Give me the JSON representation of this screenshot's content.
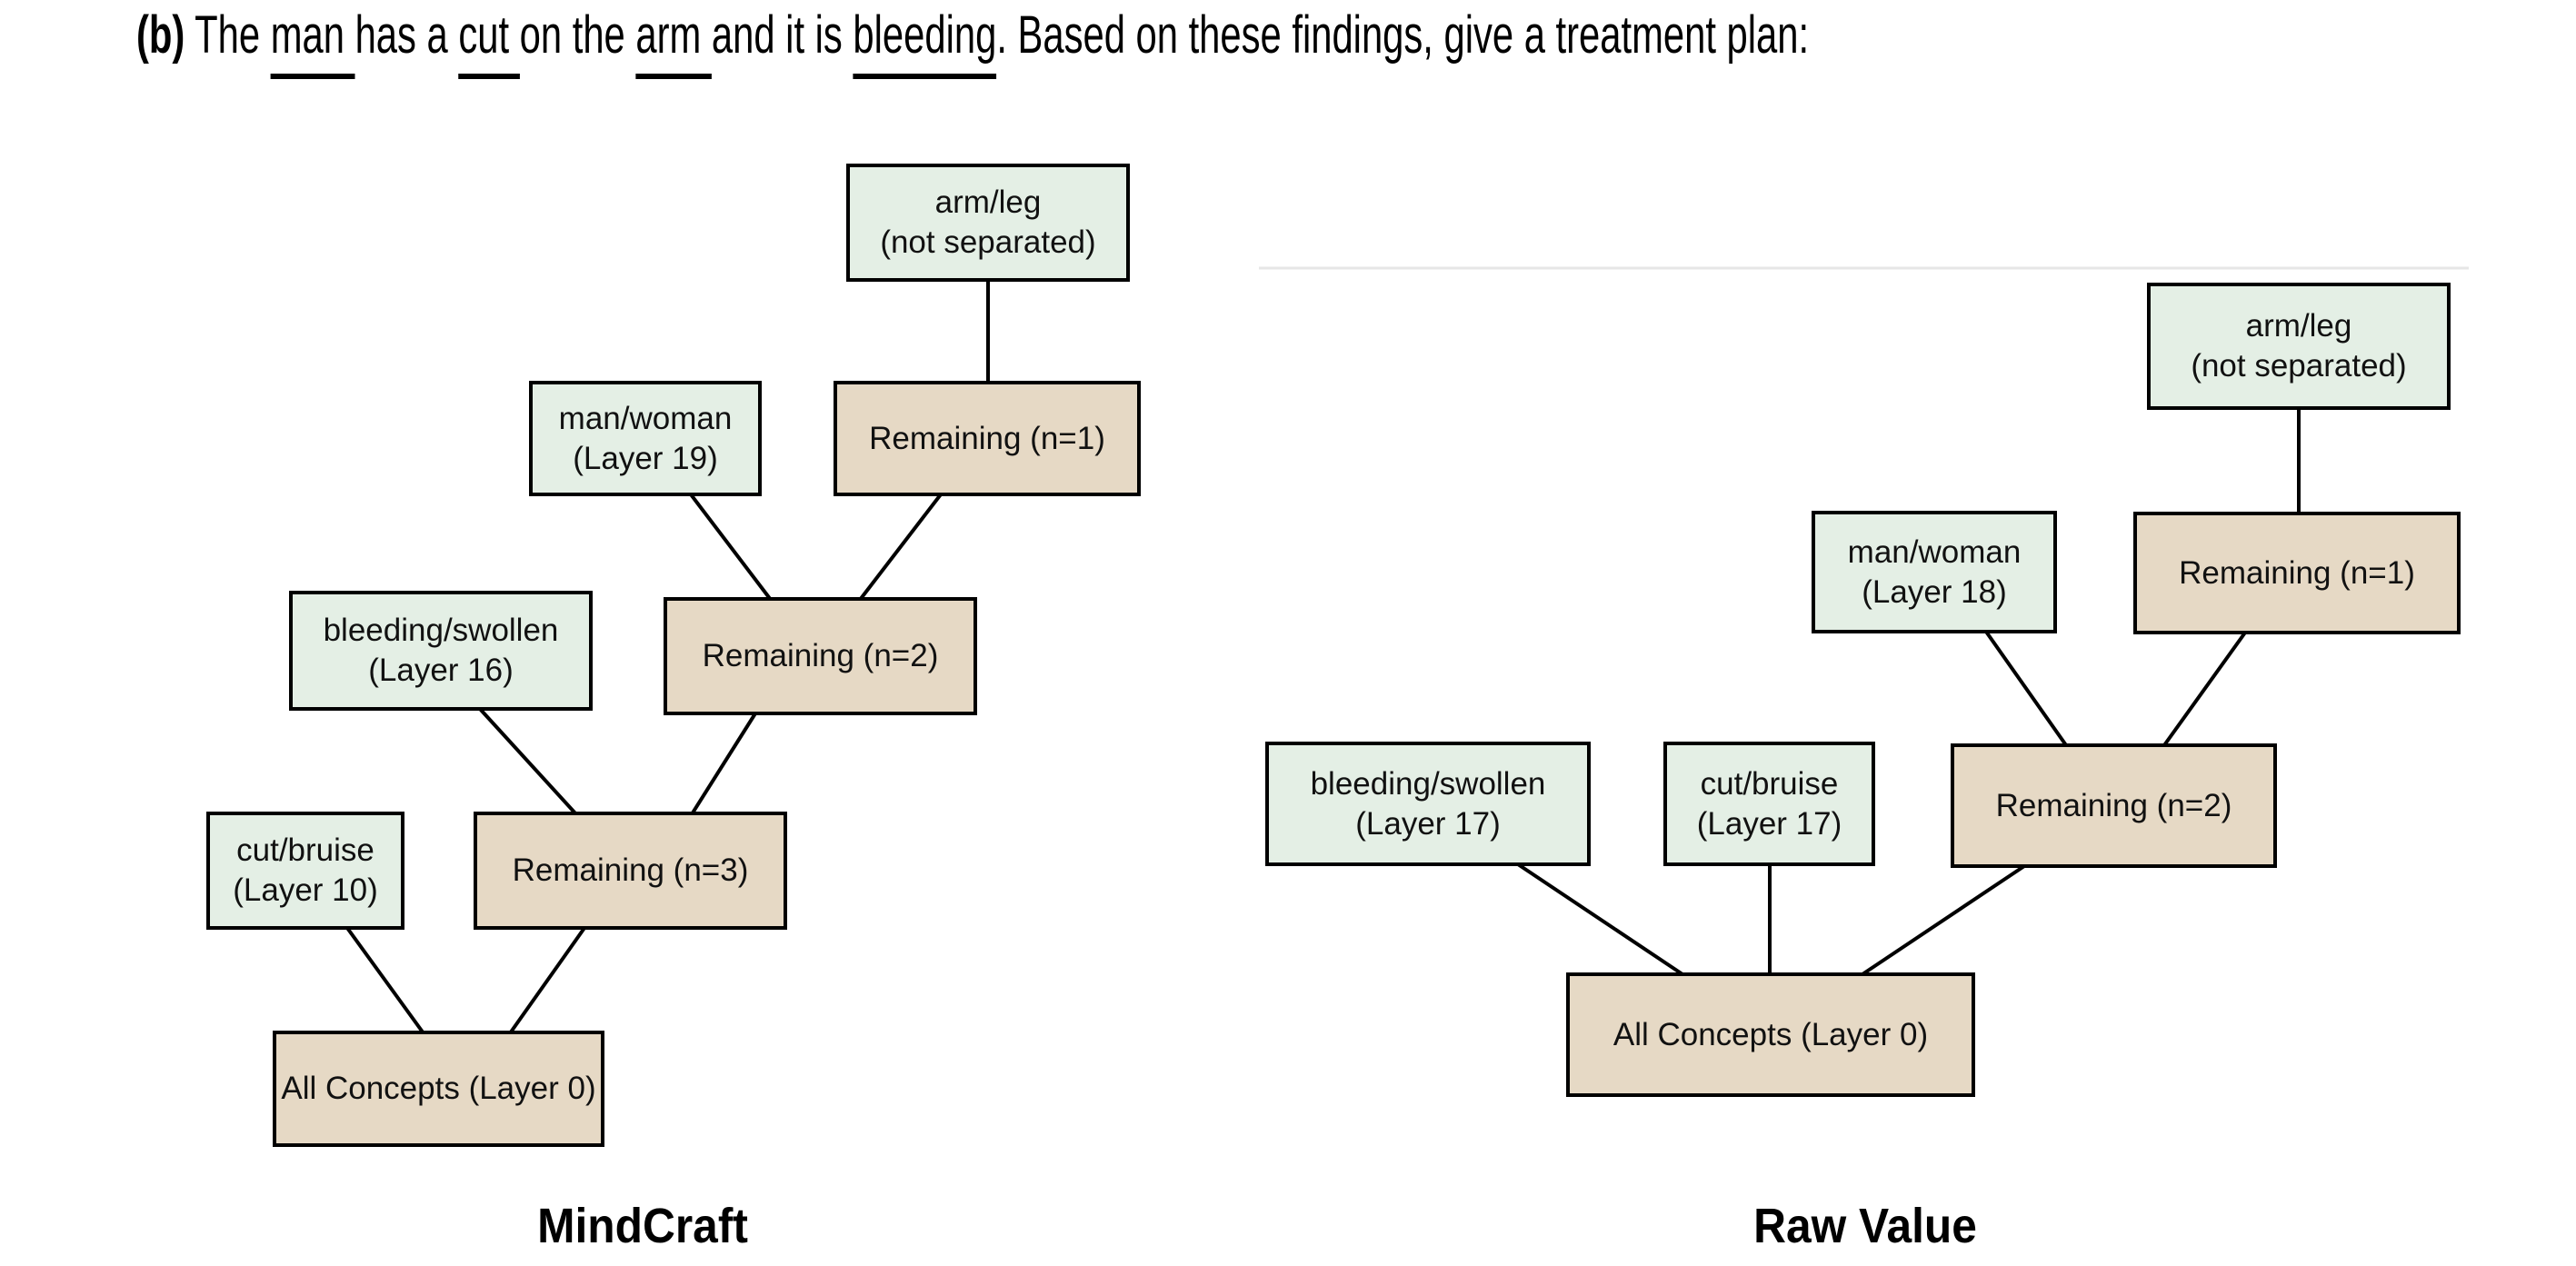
{
  "title": {
    "bold_prefix": "(b)",
    "segments": [
      {
        "text": " The "
      },
      {
        "text": "man ",
        "underline": true
      },
      {
        "text": "has a "
      },
      {
        "text": "cut ",
        "underline": true
      },
      {
        "text": "on the "
      },
      {
        "text": "arm ",
        "underline": true
      },
      {
        "text": "and it is "
      },
      {
        "text": "bleeding",
        "underline": true
      },
      {
        "text": ". Based on these findings, give a treatment plan:"
      }
    ]
  },
  "colors": {
    "concept_box_fill": "#e4efe5",
    "remaining_box_fill": "#e6d9c5",
    "box_border": "#000000",
    "edge_line": "#000000",
    "divider_line": "#e6e6e6"
  },
  "trees": [
    {
      "id": "mindcraft",
      "caption": "MindCraft",
      "nodes": [
        {
          "id": "arm-leg",
          "line1": "arm/leg",
          "line2": "(not separated)",
          "kind": "concept"
        },
        {
          "id": "man-woman",
          "line1": "man/woman",
          "line2": "(Layer 19)",
          "kind": "concept"
        },
        {
          "id": "remaining-1",
          "line1": "Remaining (n=1)",
          "kind": "remaining"
        },
        {
          "id": "bleeding-swollen",
          "line1": "bleeding/swollen",
          "line2": "(Layer 16)",
          "kind": "concept"
        },
        {
          "id": "remaining-2",
          "line1": "Remaining (n=2)",
          "kind": "remaining"
        },
        {
          "id": "cut-bruise",
          "line1": "cut/bruise",
          "line2": "(Layer 10)",
          "kind": "concept"
        },
        {
          "id": "remaining-3",
          "line1": "Remaining (n=3)",
          "kind": "remaining"
        },
        {
          "id": "all-concepts",
          "line1": "All Concepts (Layer 0)",
          "kind": "remaining"
        }
      ],
      "edges": [
        [
          "arm-leg",
          "remaining-1"
        ],
        [
          "man-woman",
          "remaining-2"
        ],
        [
          "remaining-1",
          "remaining-2"
        ],
        [
          "bleeding-swollen",
          "remaining-3"
        ],
        [
          "remaining-2",
          "remaining-3"
        ],
        [
          "cut-bruise",
          "all-concepts"
        ],
        [
          "remaining-3",
          "all-concepts"
        ]
      ]
    },
    {
      "id": "raw-value",
      "caption": "Raw Value",
      "nodes": [
        {
          "id": "arm-leg",
          "line1": "arm/leg",
          "line2": "(not separated)",
          "kind": "concept"
        },
        {
          "id": "man-woman",
          "line1": "man/woman",
          "line2": "(Layer 18)",
          "kind": "concept"
        },
        {
          "id": "remaining-1",
          "line1": "Remaining (n=1)",
          "kind": "remaining"
        },
        {
          "id": "bleeding-swollen",
          "line1": "bleeding/swollen",
          "line2": "(Layer 17)",
          "kind": "concept"
        },
        {
          "id": "cut-bruise",
          "line1": "cut/bruise",
          "line2": "(Layer 17)",
          "kind": "concept"
        },
        {
          "id": "remaining-2",
          "line1": "Remaining (n=2)",
          "kind": "remaining"
        },
        {
          "id": "all-concepts",
          "line1": "All Concepts (Layer 0)",
          "kind": "remaining"
        }
      ],
      "edges": [
        [
          "arm-leg",
          "remaining-1"
        ],
        [
          "man-woman",
          "remaining-2"
        ],
        [
          "remaining-1",
          "remaining-2"
        ],
        [
          "bleeding-swollen",
          "all-concepts"
        ],
        [
          "cut-bruise",
          "all-concepts"
        ],
        [
          "remaining-2",
          "all-concepts"
        ]
      ]
    }
  ]
}
